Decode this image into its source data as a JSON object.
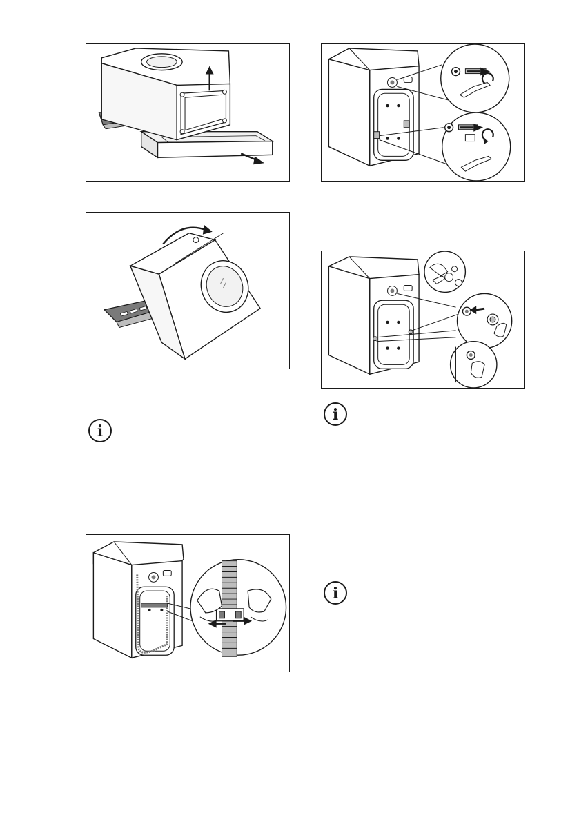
{
  "figures": [
    {
      "id": "fig-remove-packaging",
      "icon": "packaging-removal-illustration"
    },
    {
      "id": "fig-tilt-appliance",
      "icon": "tilt-appliance-illustration"
    },
    {
      "id": "fig-release-hose",
      "icon": "hose-release-illustration"
    },
    {
      "id": "fig-remove-bolts",
      "icon": "remove-transit-bolts-illustration"
    },
    {
      "id": "fig-insert-caps",
      "icon": "insert-plastic-caps-illustration"
    }
  ],
  "info_icons": [
    {
      "symbol": "i"
    },
    {
      "symbol": "i"
    },
    {
      "symbol": "i"
    }
  ],
  "colors": {
    "line": "#1a1a1a",
    "panel_fill": "#f2f2f2",
    "shade": "#bdbdbd",
    "dark_shade": "#7a7a7a"
  }
}
